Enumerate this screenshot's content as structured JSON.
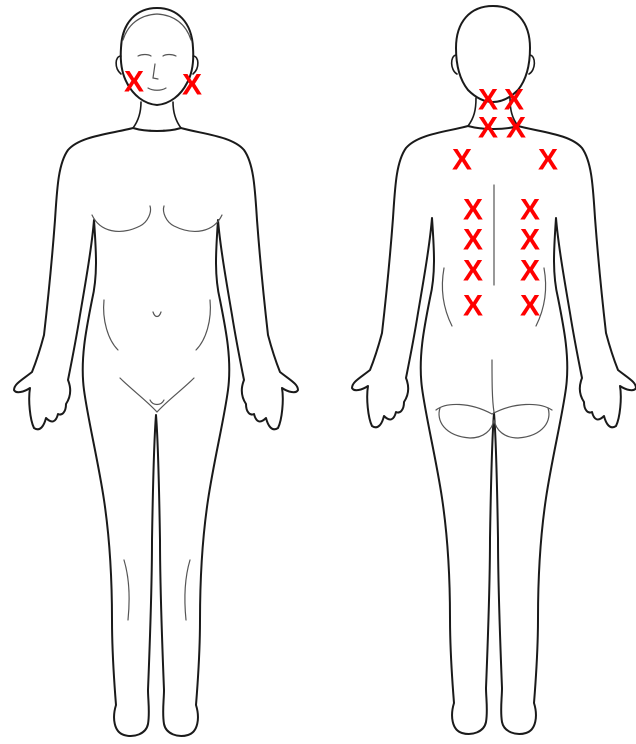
{
  "figure": {
    "views": [
      "front",
      "back"
    ],
    "marker_symbol": "X",
    "marker_color": "#ff0000",
    "line_color": "#1a1a1a",
    "background": "#ffffff"
  },
  "markers": {
    "front": {
      "count": 2,
      "region": "jaw"
    },
    "back": {
      "count": 14,
      "regions": [
        "upper-neck",
        "shoulder-blades",
        "paraspinal-back"
      ]
    }
  }
}
